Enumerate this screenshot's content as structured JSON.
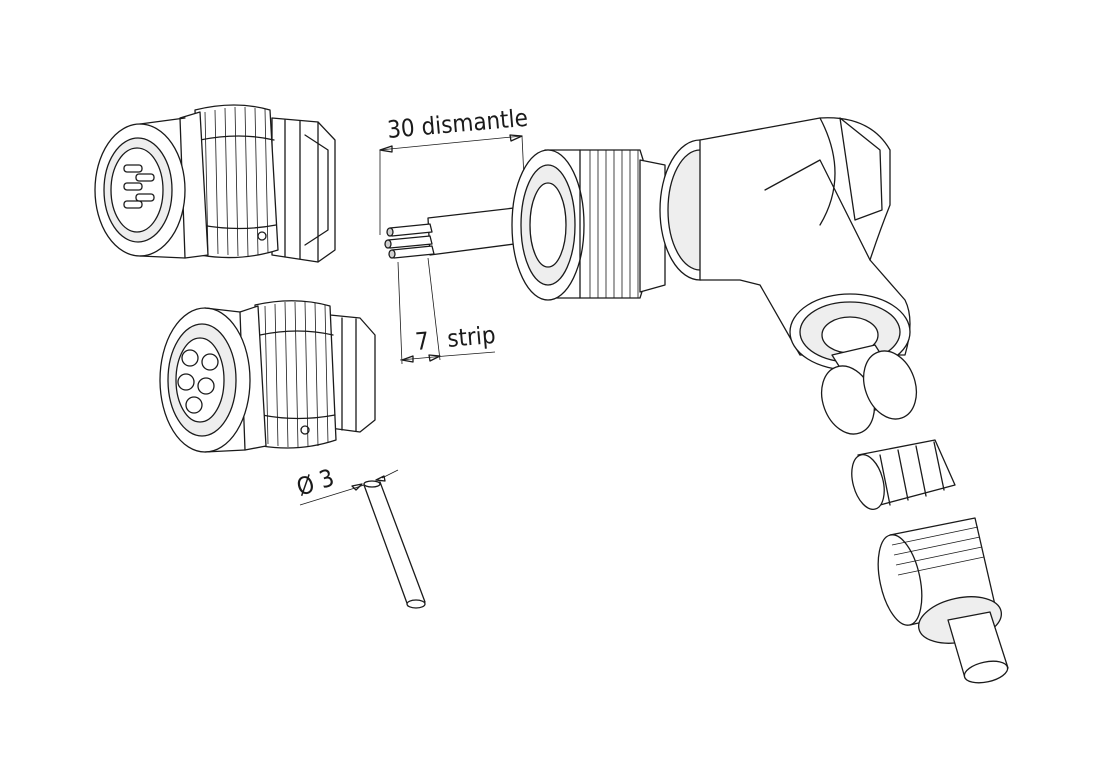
{
  "labels": {
    "dismantle": "30 dismantle",
    "strip_value": "7",
    "strip_word": "strip",
    "diameter": "Ø 3"
  },
  "colors": {
    "line": "#1a1a1a",
    "background": "#ffffff"
  }
}
